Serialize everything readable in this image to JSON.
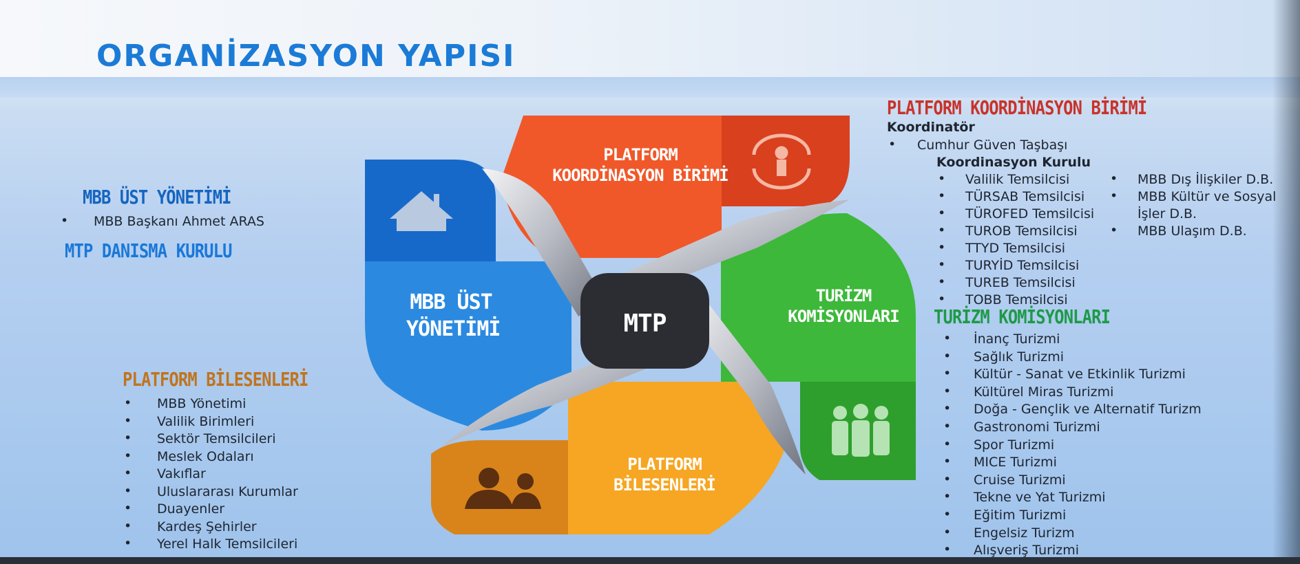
{
  "title": "ORGANİZASYON YAPISI",
  "left": {
    "ust_yonetim_title": "MBB ÜST YÖNETİMİ",
    "ust_yonetim_items": [
      "MBB Başkanı Ahmet ARAS"
    ],
    "danisma_title": "MTP DANISMA KURULU",
    "bilesenler_title": "PLATFORM BİLESENLERİ",
    "bilesenler_items": [
      "MBB Yönetimi",
      "Valilik Birimleri",
      "Sektör Temsilcileri",
      "Meslek Odaları",
      "Vakıflar",
      "Uluslararası Kurumlar",
      "Duayenler",
      "Kardeş Şehirler",
      "Yerel Halk Temsilcileri"
    ]
  },
  "diagram": {
    "center": "MTP",
    "top_label": "PLATFORM KOORDİNASYON BİRİMİ",
    "right_label": "TURİZM KOMİSYONLARI",
    "left_label": "MBB ÜST YÖNETİMİ",
    "bottom_label": "PLATFORM BİLESENLERİ",
    "colors": {
      "blue_dark": "#1769c9",
      "blue": "#2b8ae0",
      "orange_red": "#f0582a",
      "red": "#d9401e",
      "green": "#3db83a",
      "green_dark": "#2e9f2c",
      "orange": "#f6a623",
      "orange_dark": "#d9841a",
      "center": "#2c2d33"
    }
  },
  "right": {
    "pkb_title": "PLATFORM KOORDİNASYON BİRİMİ",
    "koordinator_label": "Koordinatör",
    "koordinator": "Cumhur Güven Taşbaşı",
    "kurul_label": "Koordinasyon Kurulu",
    "kurul_col1": [
      "Valilik Temsilcisi",
      "TÜRSAB Temsilcisi",
      "TÜROFED Temsilcisi",
      "TUROB Temsilcisi",
      "TTYD Temsilcisi",
      "TURYİD Temsilcisi",
      "TUREB Temsilcisi",
      "TOBB Temsilcisi"
    ],
    "kurul_col2": [
      "MBB Dış İlişkiler D.B.",
      "MBB Kültür ve Sosyal",
      "İşler D.B.",
      "MBB Ulaşım D.B."
    ],
    "turizm_title": "TURİZM KOMİSYONLARI",
    "turizm_items": [
      "İnanç Turizmi",
      "Sağlık Turizmi",
      "Kültür - Sanat ve Etkinlik Turizmi",
      "Kültürel Miras Turizmi",
      "Doğa - Gençlik ve Alternatif Turizm",
      "Gastronomi Turizmi",
      "Spor Turizmi",
      "MICE Turizmi",
      "Cruise Turizmi",
      "Tekne ve Yat Turizmi",
      "Eğitim Turizmi",
      "Engelsiz Turizm",
      "Alışveriş Turizmi"
    ]
  }
}
